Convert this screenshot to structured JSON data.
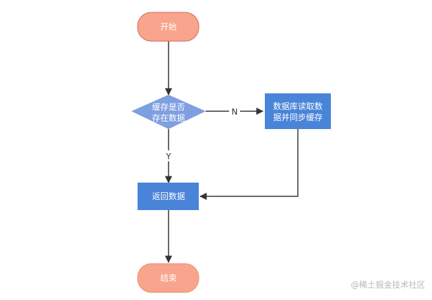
{
  "nodes": {
    "start": {
      "label": "开始",
      "color": "#f9a48c"
    },
    "decision": {
      "line1": "缓存是否",
      "line2": "存在数据",
      "color": "#7e9fe0"
    },
    "db_read": {
      "line1": "数据库读取数",
      "line2": "据并同步缓存",
      "color": "#4a84d8"
    },
    "return": {
      "label": "返回数据",
      "color": "#4a84d8"
    },
    "end": {
      "label": "结束",
      "color": "#f9a48c"
    }
  },
  "edges": {
    "no_label": "N",
    "yes_label": "Y",
    "color": "#333333"
  },
  "watermark": "@稀土掘金技术社区"
}
